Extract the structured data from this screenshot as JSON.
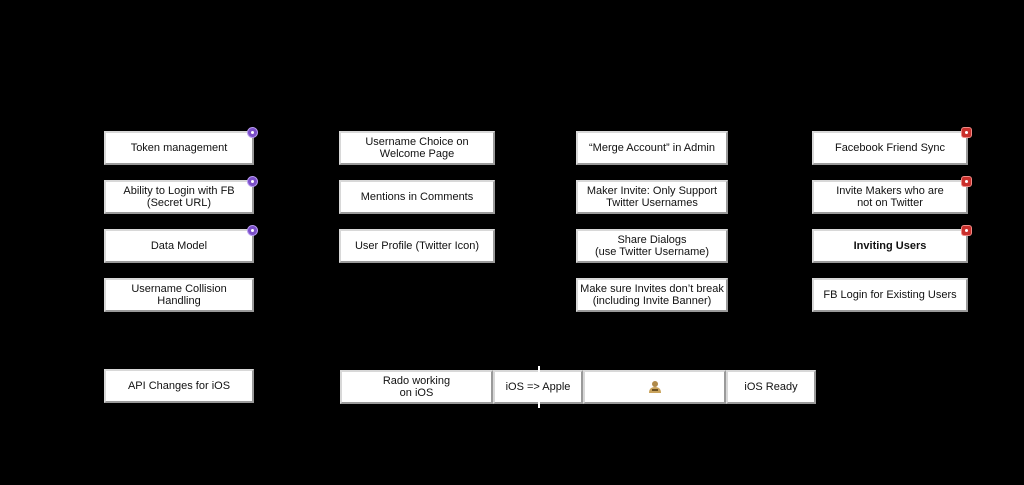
{
  "columns": [
    [
      {
        "label": "Token management",
        "badge": "purple"
      },
      {
        "label": "Ability to Login with FB\n(Secret URL)",
        "badge": "purple"
      },
      {
        "label": "Data Model",
        "badge": "purple"
      },
      {
        "label": "Username Collision\nHandling"
      }
    ],
    [
      {
        "label": "Username Choice on\nWelcome Page"
      },
      {
        "label": "Mentions in Comments"
      },
      {
        "label": "User Profile (Twitter Icon)"
      }
    ],
    [
      {
        "label": "“Merge Account” in Admin"
      },
      {
        "label": "Maker Invite: Only Support\nTwitter Usernames"
      },
      {
        "label": "Share Dialogs\n(use Twitter Username)"
      },
      {
        "label": "Make sure Invites don’t break\n(including Invite Banner)"
      }
    ],
    [
      {
        "label": "Facebook Friend Sync",
        "badge": "red"
      },
      {
        "label": "Invite Makers who are\nnot on Twitter",
        "badge": "red"
      },
      {
        "label": "Inviting Users",
        "badge": "red",
        "bold": true
      },
      {
        "label": "FB Login for Existing Users"
      }
    ]
  ],
  "api_card": {
    "label": "API Changes for iOS"
  },
  "timeline": [
    {
      "label": "Rado working\non iOS"
    },
    {
      "label": "iOS => Apple"
    },
    {
      "label": "",
      "icon": "person-icon"
    },
    {
      "label": "iOS Ready"
    }
  ]
}
